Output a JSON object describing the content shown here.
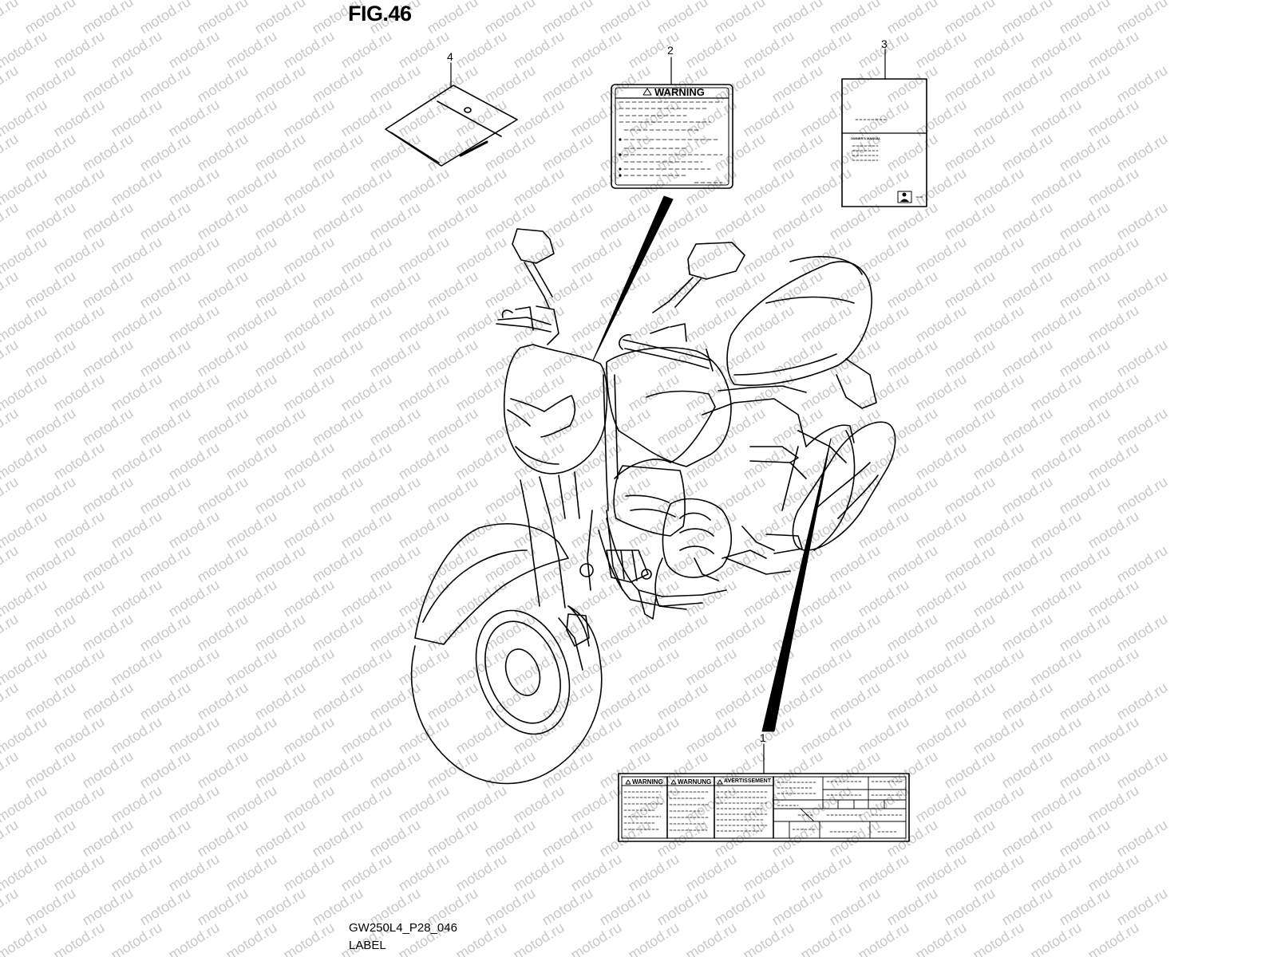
{
  "figure": {
    "title": "FIG.46",
    "footer_code": "GW250L4_P28_046",
    "footer_label": "LABEL",
    "watermark_text": "motod.ru"
  },
  "callouts": [
    {
      "number": "1"
    },
    {
      "number": "2"
    },
    {
      "number": "3"
    },
    {
      "number": "4"
    }
  ],
  "labels": {
    "warning_label": {
      "heading": "WARNING"
    },
    "owners_manual": {
      "heading": "OWNER'S MANUAL"
    },
    "multi_language_label": {
      "headings": [
        "WARNING",
        "WARNUNG",
        "AVERTISSEMENT"
      ]
    }
  },
  "colors": {
    "line": "#000000",
    "watermark": "#c8c8c8",
    "background": "#ffffff"
  }
}
